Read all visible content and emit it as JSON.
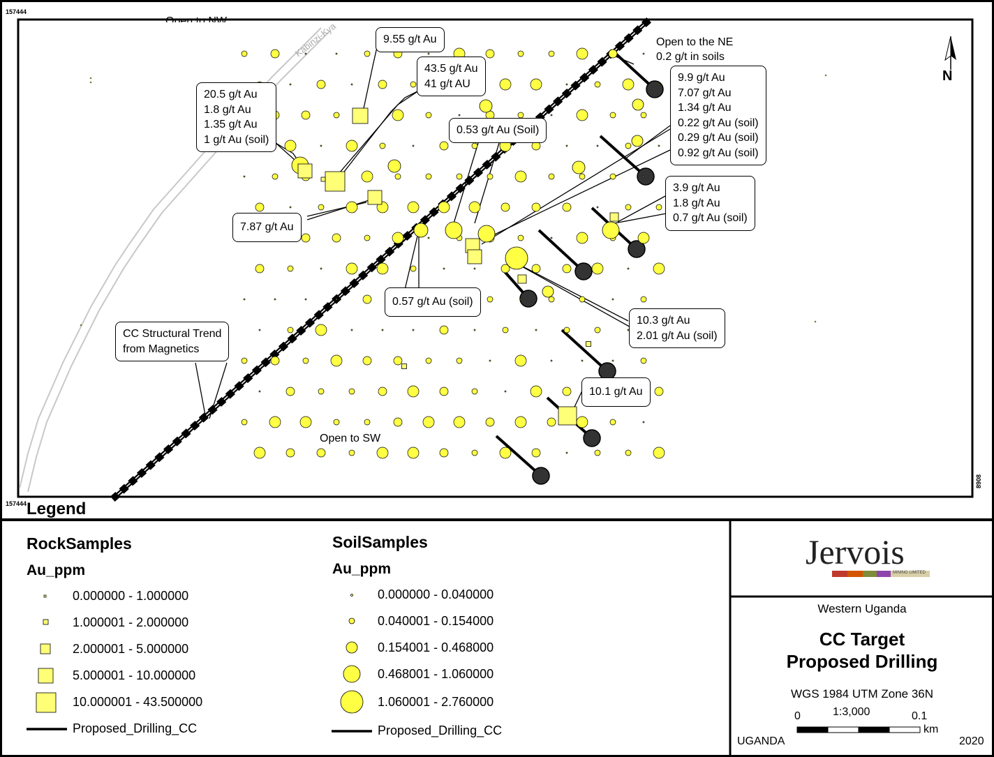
{
  "coords": {
    "top_left": "157444",
    "bottom_left": "157444",
    "right_side": "8908"
  },
  "map_labels": {
    "open_nw": "Open to NW",
    "road_name": "Kabinzi-Kya",
    "open_ne": [
      "Open to the NE",
      "0.2 g/t in soils"
    ],
    "open_sw": "Open to SW",
    "north_arrow": "N"
  },
  "callouts": [
    {
      "id": "c-955",
      "lines": [
        "9.55 g/t Au"
      ]
    },
    {
      "id": "c-435",
      "lines": [
        "43.5 g/t Au",
        "41 g/t AU"
      ]
    },
    {
      "id": "c-205",
      "lines": [
        "20.5 g/t Au",
        "1.8 g/t Au",
        "1.35 g/t Au",
        "1 g/t Au (soil)"
      ]
    },
    {
      "id": "c-053",
      "lines": [
        "0.53 g/t Au (Soil)"
      ]
    },
    {
      "id": "c-99",
      "lines": [
        "9.9 g/t Au",
        "7.07 g/t Au",
        "1.34 g/t Au",
        "0.22 g/t Au (soil)",
        "0.29 g/t Au (soil)",
        "0.92 g/t Au (soil)"
      ]
    },
    {
      "id": "c-39",
      "lines": [
        "3.9 g/t Au",
        "1.8 g/t Au",
        "0.7 g/t Au (soil)"
      ]
    },
    {
      "id": "c-787",
      "lines": [
        "7.87 g/t Au"
      ]
    },
    {
      "id": "c-057",
      "lines": [
        "0.57 g/t Au (soil)"
      ]
    },
    {
      "id": "c-103",
      "lines": [
        "10.3 g/t Au",
        "2.01 g/t Au (soil)"
      ]
    },
    {
      "id": "c-cc",
      "lines": [
        "CC Structural Trend",
        "from Magnetics"
      ]
    },
    {
      "id": "c-101",
      "lines": [
        "10.1 g/t Au"
      ]
    }
  ],
  "legend": {
    "title": "Legend",
    "rock": {
      "heading": "RockSamples",
      "field": "Au_ppm",
      "classes": [
        "0.000000 - 1.000000",
        "1.000001 - 2.000000",
        "2.000001 - 5.000000",
        "5.000001 - 10.000000",
        "10.000001 - 43.500000"
      ],
      "line_label": "Proposed_Drilling_CC"
    },
    "soil": {
      "heading": "SoilSamples",
      "field": "Au_ppm",
      "classes": [
        "0.000000 - 0.040000",
        "0.040001 - 0.154000",
        "0.154001 - 0.468000",
        "0.468001 - 1.060000",
        "1.060001 - 2.760000"
      ],
      "line_label": "Proposed_Drilling_CC"
    }
  },
  "panel": {
    "logo": "Jervois",
    "logo_sub": "MINING LIMITED",
    "region": "Western Uganda",
    "title_line1": "CC Target",
    "title_line2": "Proposed Drilling",
    "projection": "WGS 1984 UTM Zone 36N",
    "scale_ratio": "1:3,000",
    "scale_start": "0",
    "scale_end": "0.1",
    "scale_unit": "km",
    "country": "UGANDA",
    "year": "2020"
  },
  "colors": {
    "sample_fill": "#ffff44",
    "sample_fill_legend": "#ffff77",
    "drill_collar": "#333333",
    "trend_line": "#000000",
    "road": "#c8c8c8"
  }
}
